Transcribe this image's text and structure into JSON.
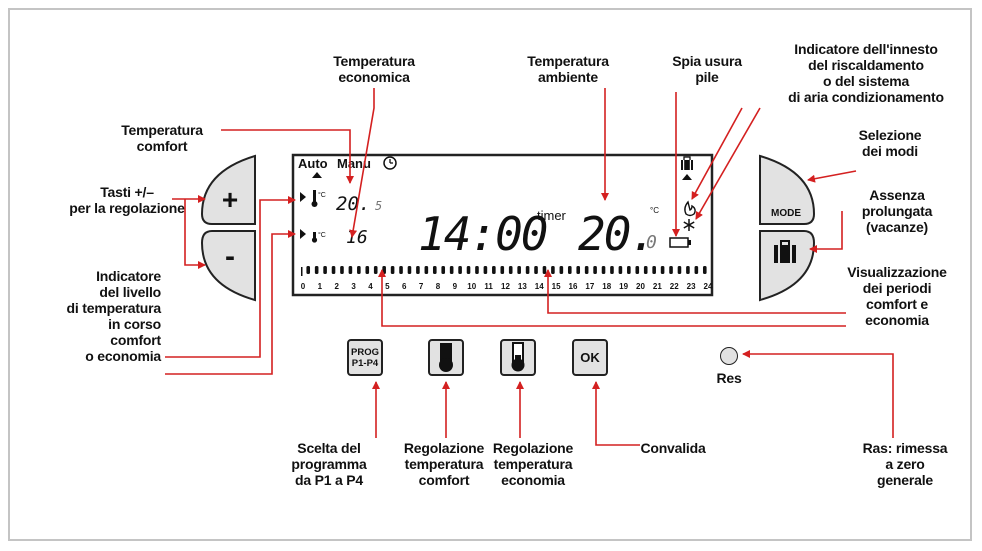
{
  "lcd": {
    "auto": "Auto",
    "manu": "Manu",
    "time": "14:00",
    "timer": "timer",
    "ambient_temp": "20.",
    "ambient_temp_decimal": "0",
    "comfort_temp": "20.",
    "comfort_temp_decimal": "5",
    "eco_temp": "16",
    "unit": "°C",
    "hours": [
      "0",
      "1",
      "2",
      "3",
      "4",
      "5",
      "6",
      "7",
      "8",
      "9",
      "10",
      "11",
      "12",
      "13",
      "14",
      "15",
      "16",
      "17",
      "18",
      "19",
      "20",
      "21",
      "22",
      "23",
      "24"
    ]
  },
  "buttons": {
    "plus": "+",
    "minus": "-",
    "mode": "MODE",
    "prog_line1": "PROG",
    "prog_line2": "P1-P4",
    "ok": "OK",
    "res": "Res"
  },
  "labels": {
    "temp_economica": [
      "Temperatura",
      "economica"
    ],
    "temp_ambiente": [
      "Temperatura",
      "ambiente"
    ],
    "spia_pile": [
      "Spia usura",
      "pile"
    ],
    "indicatore_innesto": [
      "Indicatore dell'innesto",
      "del riscaldamento",
      "o del sistema",
      "di aria condizionamento"
    ],
    "temp_comfort": [
      "Temperatura",
      "comfort"
    ],
    "selezione_modi": [
      "Selezione",
      "dei modi"
    ],
    "tasti": [
      "Tasti +/–",
      "per la regolazione"
    ],
    "assenza": [
      "Assenza",
      "prolungata",
      "(vacanze)"
    ],
    "indicatore_livello": [
      "Indicatore",
      "del livello",
      "di temperatura",
      "in corso",
      "comfort",
      "o economia"
    ],
    "visualizzazione": [
      "Visualizzazione",
      "dei periodi",
      "comfort e",
      "economia"
    ],
    "scelta": [
      "Scelta del",
      "programma",
      "da P1 a P4"
    ],
    "reg_comfort": [
      "Regolazione",
      "temperatura",
      "comfort"
    ],
    "reg_economia": [
      "Regolazione",
      "temperatura",
      "economia"
    ],
    "convalida": [
      "Convalida"
    ],
    "ras": [
      "Ras: rimessa",
      "a zero",
      "generale"
    ]
  },
  "colors": {
    "arrow": "#d42020",
    "button_fill": "#e2e2e2",
    "frame": "#c4c4c4",
    "ink": "#111111"
  },
  "icons": {
    "clock": "clock-icon",
    "suitcase": "suitcase-icon",
    "battery": "battery-icon",
    "flame": "flame-icon",
    "snowflake": "snowflake-icon",
    "thermometer": "thermometer-icon"
  }
}
